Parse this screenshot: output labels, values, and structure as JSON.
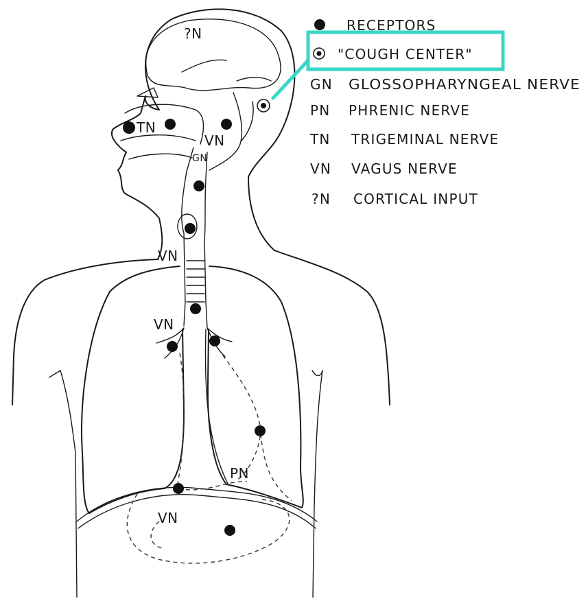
{
  "diagram": {
    "nerve_labels": {
      "cortical": "?N",
      "trigeminal": "TN",
      "vagus_pharynx": "VN",
      "glossopharyngeal": "GN",
      "vagus_larynx": "VN",
      "vagus_carina": "VN",
      "phrenic": "PN",
      "vagus_abdomen": "VN"
    }
  },
  "legend": {
    "receptors": {
      "symbol": "filled-dot",
      "label": "RECEPTORS"
    },
    "cough_center": {
      "symbol": "ringed-dot",
      "label": "\"COUGH CENTER\""
    },
    "gn": {
      "abbr": "GN",
      "label": "GLOSSOPHARYNGEAL NERVE"
    },
    "pn": {
      "abbr": "PN",
      "label": "PHRENIC NERVE"
    },
    "tn": {
      "abbr": "TN",
      "label": "TRIGEMINAL NERVE"
    },
    "vn": {
      "abbr": "VN",
      "label": "VAGUS NERVE"
    },
    "qn": {
      "abbr": "?N",
      "label": "CORTICAL INPUT"
    }
  },
  "highlight": {
    "color": "#3ad6c8",
    "target": "cough_center"
  }
}
